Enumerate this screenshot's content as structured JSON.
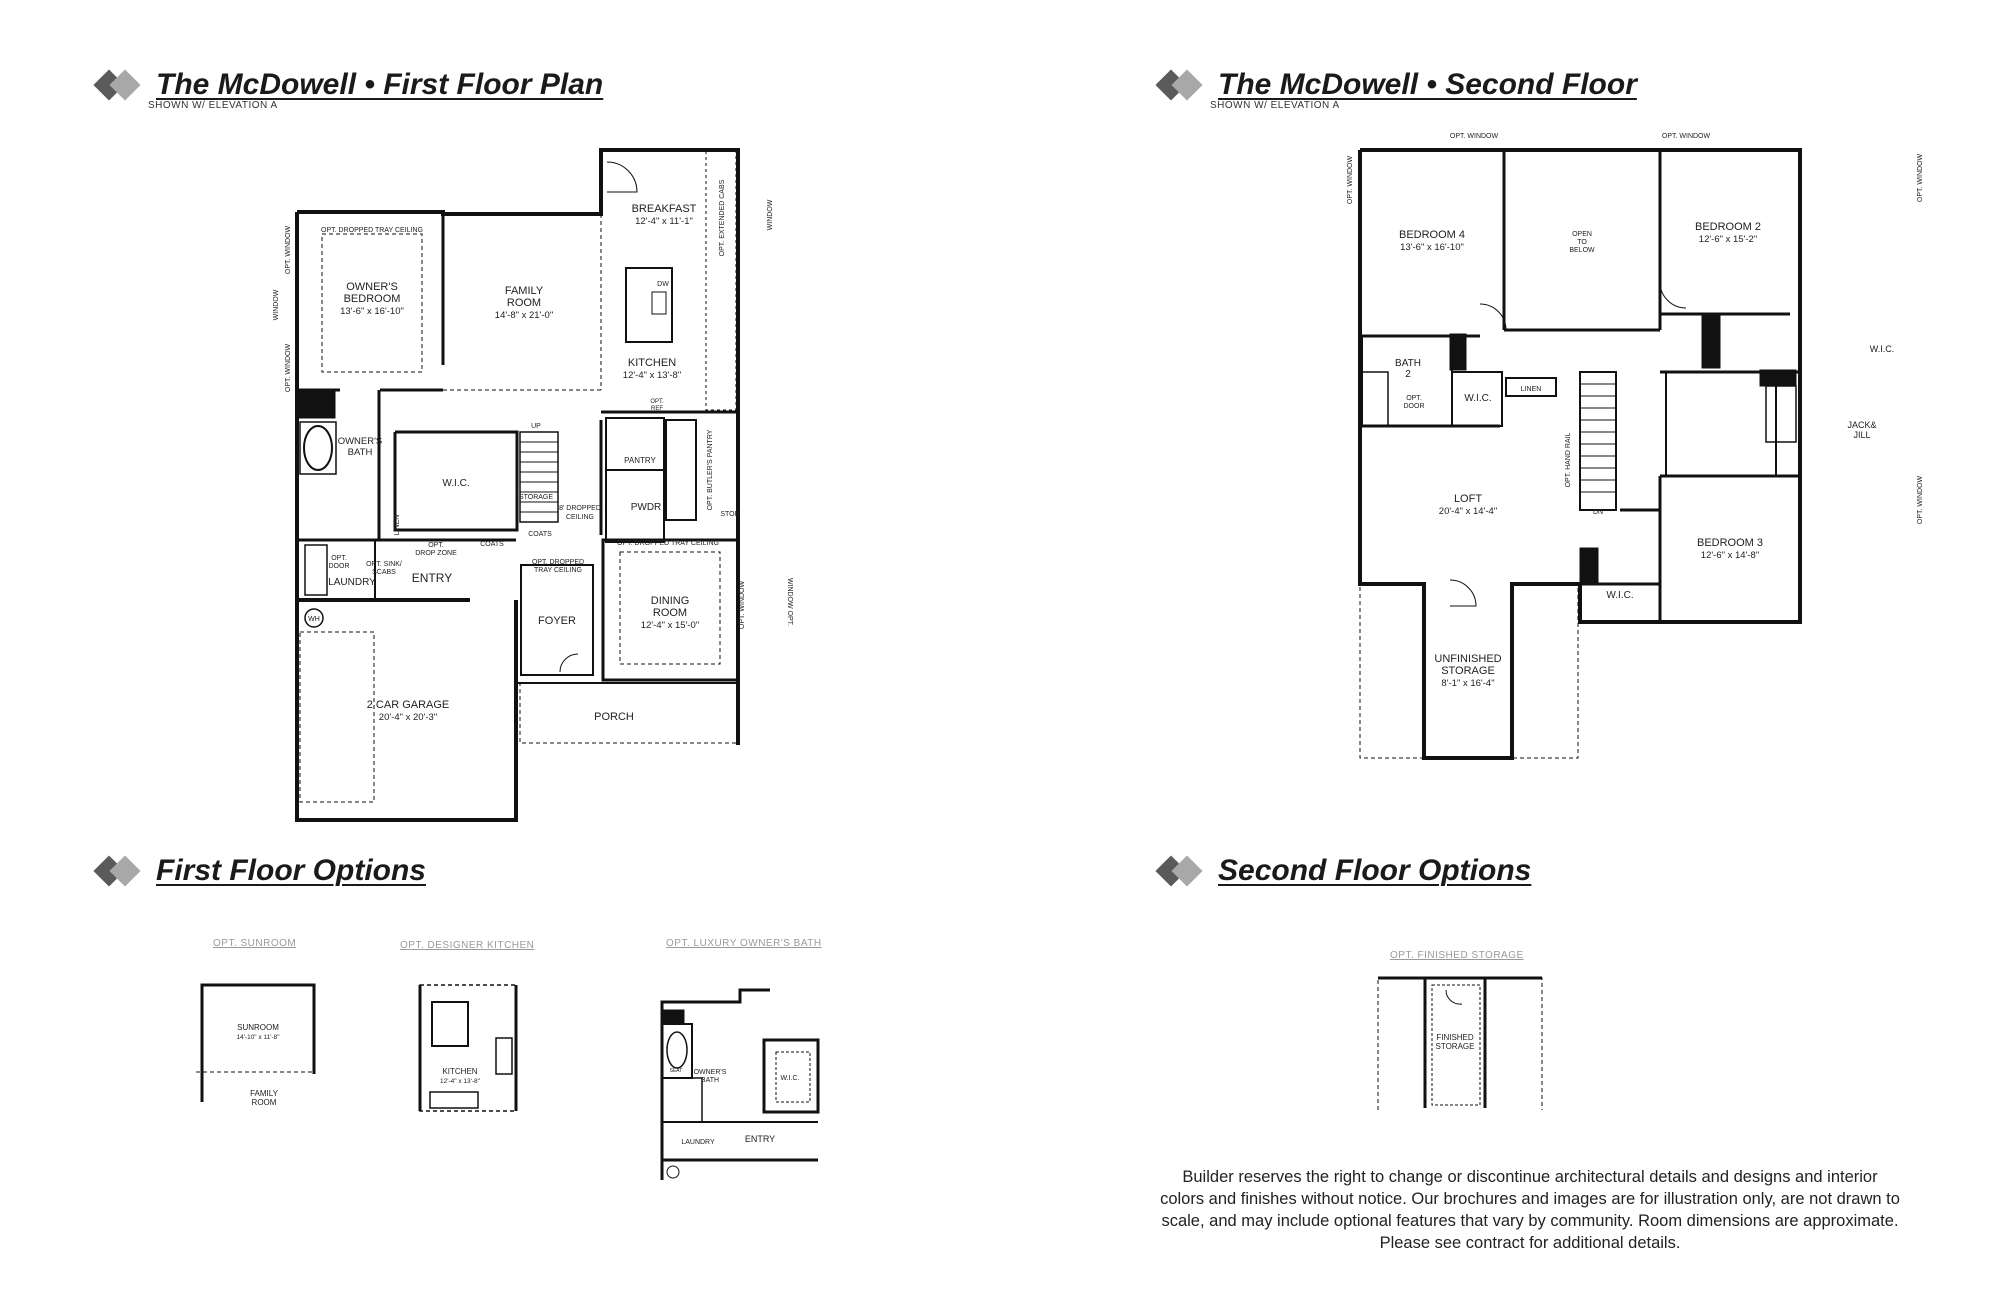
{
  "brand_colors": {
    "logo_dark": "#5a5a5a",
    "logo_light": "#a8a8a8",
    "line": "#111111",
    "accent_dark": "#1a1a1a"
  },
  "headings": {
    "first_floor": {
      "title": "The McDowell • First Floor Plan",
      "subtitle": "SHOWN W/ ELEVATION A"
    },
    "second_floor": {
      "title": "The McDowell • Second Floor",
      "subtitle": "SHOWN W/ ELEVATION A"
    },
    "first_options": {
      "title": "First Floor Options"
    },
    "second_options": {
      "title": "Second Floor Options"
    }
  },
  "first_floor": {
    "owners_bedroom": {
      "name1": "OWNER'S",
      "name2": "BEDROOM",
      "dim": "13'-6\" x 16'-10\""
    },
    "family_room": {
      "name1": "FAMILY",
      "name2": "ROOM",
      "dim": "14'-8\" x 21'-0\""
    },
    "breakfast": {
      "name": "BREAKFAST",
      "dim": "12'-4\" x 11'-1\""
    },
    "kitchen": {
      "name": "KITCHEN",
      "dim": "12'-4\" x 13'-8\""
    },
    "owners_bath": {
      "name1": "OWNER'S",
      "name2": "BATH"
    },
    "wic": "W.I.C.",
    "pantry": "PANTRY",
    "pwdr": "PWDR",
    "butlers_pantry": "OPT. BUTLER'S PANTRY",
    "stor": "STOR",
    "storage": "STORAGE",
    "up": "UP",
    "linen": "LINEN",
    "dropped_ceiling_8": {
      "l1": "8' DROPPED",
      "l2": "CEILING"
    },
    "coats": "COATS",
    "coats2": "COATS",
    "opt_door": {
      "l1": "OPT.",
      "l2": "DOOR"
    },
    "opt_sink": {
      "l1": "OPT. SINK/",
      "l2": "SCABS"
    },
    "opt_drop_zone": {
      "l1": "OPT.",
      "l2": "DROP ZONE"
    },
    "laundry": "LAUNDRY",
    "entry": "ENTRY",
    "opt_dropped_tray_top": "OPT. DROPPED TRAY CEILING",
    "opt_dropped_tray_foyer": {
      "l1": "OPT. DROPPED",
      "l2": "TRAY CEILING"
    },
    "opt_dropped_tray_dining": "OPT. DROPPED TRAY CEILING",
    "foyer": "FOYER",
    "dining": {
      "name1": "DINING",
      "name2": "ROOM",
      "dim": "12'-4\" x 15'-0\""
    },
    "garage": {
      "name": "2 CAR GARAGE",
      "dim": "20'-4\" x 20'-3\""
    },
    "porch": "PORCH",
    "wh": "WH",
    "dw": "DW",
    "opt_ref": {
      "l1": "OPT.",
      "l2": "REF"
    },
    "opt_window": "OPT. WINDOW",
    "window": "WINDOW",
    "opt_extended_cab": "OPT. EXTENDED CABS",
    "window_opt": "WINDOW OPT."
  },
  "second_floor": {
    "bedroom4": {
      "name": "BEDROOM 4",
      "dim": "13'-6\" x 16'-10\""
    },
    "open_below": {
      "l1": "OPEN",
      "l2": "TO",
      "l3": "BELOW"
    },
    "bedroom2": {
      "name": "BEDROOM 2",
      "dim": "12'-6\" x 15'-2\""
    },
    "bath2": {
      "l1": "BATH",
      "l2": "2"
    },
    "opt_door": {
      "l1": "OPT.",
      "l2": "DOOR"
    },
    "wic1": "W.I.C.",
    "linen": "LINEN",
    "wic2": "W.I.C.",
    "jack_jill": {
      "l1": "JACK&",
      "l2": "JILL"
    },
    "loft": {
      "name": "LOFT",
      "dim": "20'-4\" x 14'-4\""
    },
    "opt_handrail": "OPT. HAND RAIL",
    "dn": "DN",
    "bedroom3": {
      "name": "BEDROOM 3",
      "dim": "12'-6\" x 14'-8\""
    },
    "wic3": "W.I.C.",
    "unfinished": {
      "l1": "UNFINISHED",
      "l2": "STORAGE",
      "dim": "8'-1\" x 16'-4\""
    },
    "opt_window": "OPT. WINDOW"
  },
  "options": {
    "sunroom": {
      "label": "OPT. SUNROOM",
      "name": "SUNROOM",
      "dim": "14'-10\" x 11'-8\"",
      "family1": "FAMILY",
      "family2": "ROOM"
    },
    "designer_kitchen": {
      "label": "OPT. DESIGNER KITCHEN",
      "name": "KITCHEN",
      "dim": "12'-4\" x 13'-8\""
    },
    "luxury_bath": {
      "label": "OPT. LUXURY OWNER'S BATH",
      "owners1": "OWNER'S",
      "owners2": "BATH",
      "wic": "W.I.C.",
      "laundry": "LAUNDRY",
      "entry": "ENTRY",
      "seat": "SEAT"
    },
    "finished_storage": {
      "label": "OPT. FINISHED STORAGE",
      "l1": "FINISHED",
      "l2": "STORAGE"
    }
  },
  "disclaimer": "Builder reserves the right to change or discontinue architectural details and designs and interior colors and finishes without notice. Our brochures and images are for illustration only, are not drawn to scale, and may include optional features that vary by community. Room dimensions are approximate. Please see contract for additional details."
}
